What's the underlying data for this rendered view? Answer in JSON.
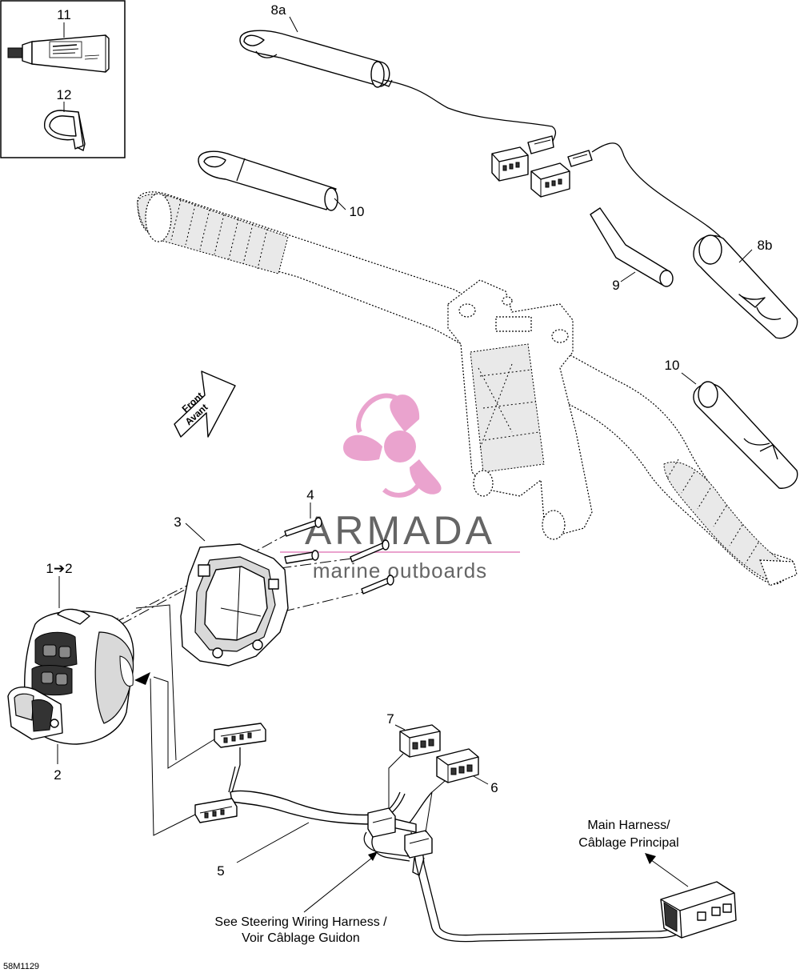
{
  "callouts": {
    "c11": "11",
    "c12": "12",
    "c8a": "8a",
    "c8b": "8b",
    "c10a": "10",
    "c10b": "10",
    "c9": "9",
    "c4": "4",
    "c3": "3",
    "c1to2": "1➔2",
    "c2": "2",
    "c7": "7",
    "c6": "6",
    "c5": "5"
  },
  "front_arrow": {
    "line1": "Front",
    "line2": "Avant"
  },
  "main_harness": {
    "line1": "Main Harness/",
    "line2": "Câblage Principal"
  },
  "steering_note": {
    "line1": "See Steering Wiring Harness /",
    "line2": "Voir Câblage Guidon"
  },
  "watermark": {
    "brand": "ARMADA",
    "tagline": "marine outboards",
    "color": "#e89ac9"
  },
  "figure_code": "58M1129"
}
